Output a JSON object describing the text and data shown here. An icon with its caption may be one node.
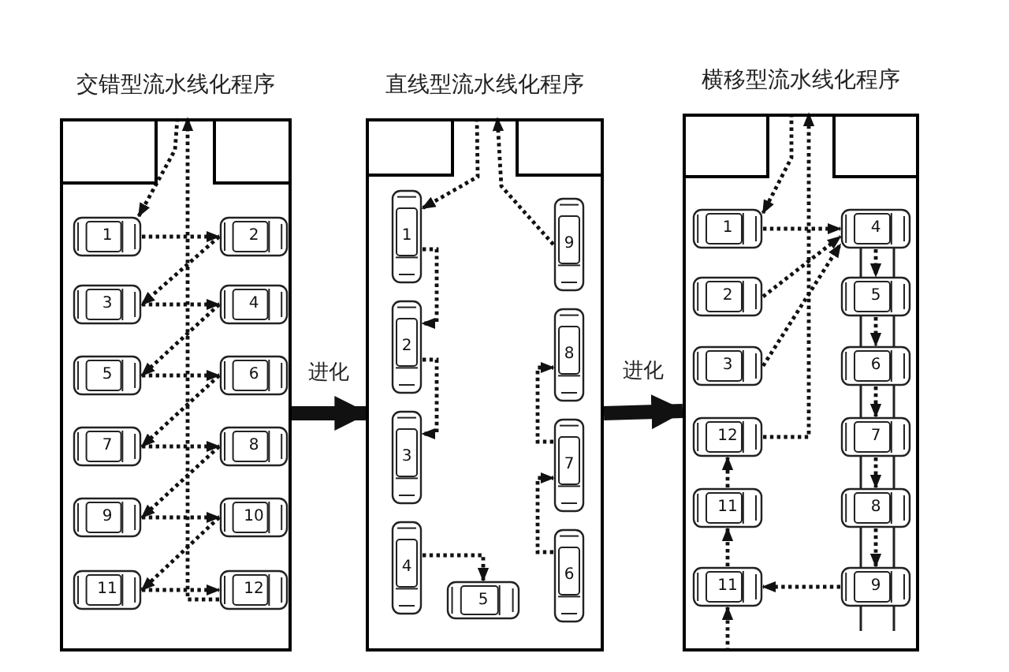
{
  "diagram": {
    "nodes": [
      {
        "text": [
          "交错型流水线化程序"
        ]
      },
      {
        "text": [],
        "shape": "box",
        "in": 0
      },
      {
        "text": [],
        "shape": "box",
        "in": 0
      },
      {
        "text": [
          "1"
        ],
        "in": 0
      },
      {
        "text": [
          "2"
        ],
        "in": 0
      },
      {
        "text": [
          "3"
        ],
        "in": 0
      },
      {
        "text": [
          "4"
        ],
        "in": 0
      },
      {
        "text": [
          "5"
        ],
        "in": 0
      },
      {
        "text": [
          "6"
        ],
        "in": 0
      },
      {
        "text": [
          "7"
        ],
        "in": 0
      },
      {
        "text": [
          "8"
        ],
        "in": 0
      },
      {
        "text": [
          "9"
        ],
        "in": 0
      },
      {
        "text": [
          "10"
        ],
        "in": 0
      },
      {
        "text": [
          "11"
        ],
        "in": 0
      },
      {
        "text": [
          "12"
        ],
        "in": 0
      },
      {
        "text": [
          "直线型流水线化程序"
        ]
      },
      {
        "text": [],
        "shape": "box",
        "in": 15
      },
      {
        "text": [],
        "shape": "box",
        "in": 15
      },
      {
        "text": [
          "1"
        ],
        "in": 15
      },
      {
        "text": [
          "2"
        ],
        "in": 15
      },
      {
        "text": [
          "3"
        ],
        "in": 15
      },
      {
        "text": [
          "4"
        ],
        "in": 15
      },
      {
        "text": [
          "5"
        ],
        "in": 15
      },
      {
        "text": [
          "6"
        ],
        "in": 15
      },
      {
        "text": [
          "7"
        ],
        "in": 15
      },
      {
        "text": [
          "8"
        ],
        "in": 15
      },
      {
        "text": [
          "9"
        ],
        "in": 15
      },
      {
        "text": [
          "横移型流水线化程序"
        ]
      },
      {
        "text": [],
        "shape": "box",
        "in": 27
      },
      {
        "text": [],
        "shape": "box",
        "in": 27
      },
      {
        "text": [
          "1"
        ],
        "in": 27
      },
      {
        "text": [
          "4"
        ],
        "in": 27
      },
      {
        "text": [
          "2"
        ],
        "in": 27
      },
      {
        "text": [
          "5"
        ],
        "in": 27
      },
      {
        "text": [
          "3"
        ],
        "in": 27
      },
      {
        "text": [
          "6"
        ],
        "in": 27
      },
      {
        "text": [
          "12"
        ],
        "in": 27
      },
      {
        "text": [
          "7"
        ],
        "in": 27
      },
      {
        "text": [
          "11"
        ],
        "in": 27
      },
      {
        "text": [
          "8"
        ],
        "in": 27
      },
      {
        "text": [
          "11"
        ],
        "in": 27
      },
      {
        "text": [
          "9"
        ],
        "in": 27
      }
    ],
    "edges": [
      {
        "from": 0,
        "to": 15,
        "arrow": "to",
        "label": "进化",
        "style": "thick"
      },
      {
        "from": 15,
        "to": 27,
        "arrow": "to",
        "label": "进化",
        "style": "thick"
      },
      {
        "from": 0,
        "to": 3,
        "arrow": "to",
        "style": "dashed"
      },
      {
        "from": 3,
        "to": 4,
        "arrow": "to",
        "style": "dashed"
      },
      {
        "from": 4,
        "to": 5,
        "arrow": "to",
        "style": "dashed"
      },
      {
        "from": 5,
        "to": 6,
        "arrow": "to",
        "style": "dashed"
      },
      {
        "from": 6,
        "to": 7,
        "arrow": "to",
        "style": "dashed"
      },
      {
        "from": 7,
        "to": 8,
        "arrow": "to",
        "style": "dashed"
      },
      {
        "from": 8,
        "to": 9,
        "arrow": "to",
        "style": "dashed"
      },
      {
        "from": 9,
        "to": 10,
        "arrow": "to",
        "style": "dashed"
      },
      {
        "from": 10,
        "to": 11,
        "arrow": "to",
        "style": "dashed"
      },
      {
        "from": 11,
        "to": 12,
        "arrow": "to",
        "style": "dashed"
      },
      {
        "from": 12,
        "to": 13,
        "arrow": "to",
        "style": "dashed"
      },
      {
        "from": 13,
        "to": 14,
        "arrow": "to",
        "style": "dashed"
      },
      {
        "from": 14,
        "to": 0,
        "arrow": "to",
        "style": "dashed"
      },
      {
        "from": 15,
        "to": 18,
        "arrow": "to",
        "style": "dashed"
      },
      {
        "from": 18,
        "to": 19,
        "arrow": "to",
        "style": "dashed"
      },
      {
        "from": 19,
        "to": 20,
        "arrow": "to",
        "style": "dashed"
      },
      {
        "from": 21,
        "to": 22,
        "arrow": "to",
        "style": "dashed"
      },
      {
        "from": 23,
        "to": 24,
        "arrow": "to",
        "style": "dashed"
      },
      {
        "from": 24,
        "to": 25,
        "arrow": "to",
        "style": "dashed"
      },
      {
        "from": 26,
        "to": 15,
        "arrow": "to",
        "style": "dashed"
      },
      {
        "from": 27,
        "to": 30,
        "arrow": "to",
        "style": "dashed"
      },
      {
        "from": 30,
        "to": 31,
        "arrow": "to",
        "style": "dashed"
      },
      {
        "from": 32,
        "to": 31,
        "arrow": "to",
        "style": "dashed"
      },
      {
        "from": 34,
        "to": 31,
        "arrow": "to",
        "style": "dashed"
      },
      {
        "from": 36,
        "to": 27,
        "arrow": "to",
        "style": "dashed"
      },
      {
        "from": 31,
        "to": 33,
        "arrow": "to",
        "style": "dashed"
      },
      {
        "from": 33,
        "to": 35,
        "arrow": "to",
        "style": "dashed"
      },
      {
        "from": 35,
        "to": 37,
        "arrow": "to",
        "style": "dashed"
      },
      {
        "from": 37,
        "to": 39,
        "arrow": "to",
        "style": "dashed"
      },
      {
        "from": 39,
        "to": 41,
        "arrow": "to",
        "style": "dashed"
      },
      {
        "from": 41,
        "to": 40,
        "arrow": "to",
        "style": "dashed"
      },
      {
        "from": 40,
        "to": 38,
        "arrow": "to",
        "style": "dashed"
      },
      {
        "from": 38,
        "to": 36,
        "arrow": "to",
        "style": "dashed"
      },
      {
        "from": 27,
        "to": 40,
        "arrow": "to",
        "style": "dashed"
      }
    ]
  }
}
